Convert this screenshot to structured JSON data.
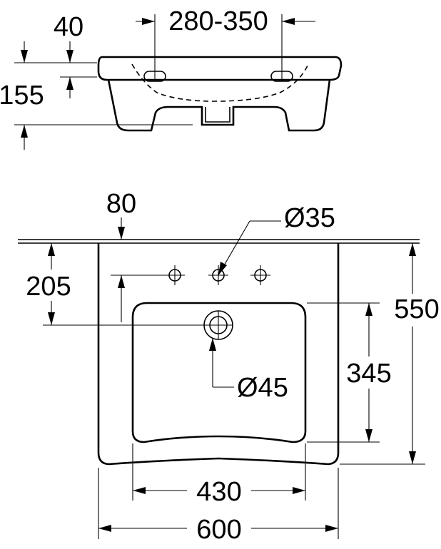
{
  "side_view": {
    "dim_top_offset": "40",
    "dim_tap_spacing": "280-350",
    "dim_height": "155"
  },
  "top_view": {
    "dim_hole_offset": "80",
    "dim_tap_hole_diameter": "Ø35",
    "dim_hole_depth": "205",
    "dim_depth": "550",
    "dim_bowl_depth": "345",
    "dim_waste_diameter": "Ø45",
    "dim_bowl_width": "430",
    "dim_width": "600"
  }
}
